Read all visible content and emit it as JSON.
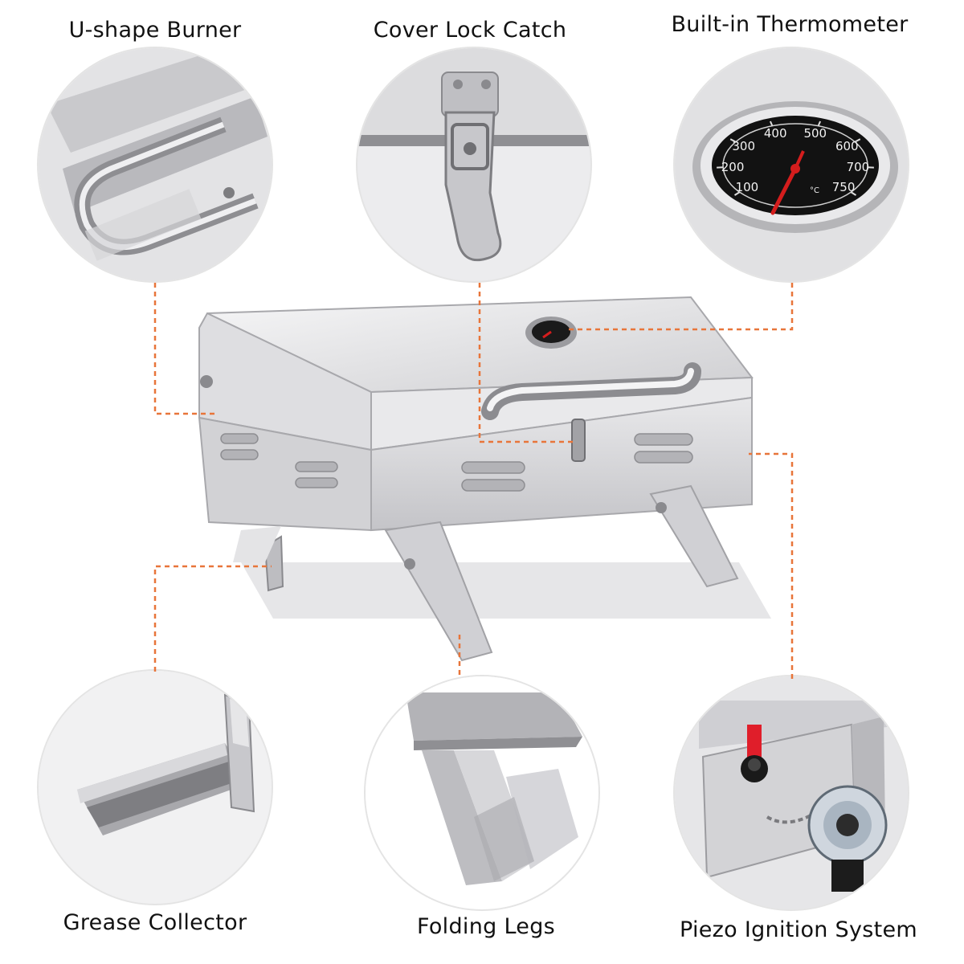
{
  "callouts": {
    "burner": "U-shape Burner",
    "lock": "Cover Lock Catch",
    "thermometer": "Built-in Thermometer",
    "grease": "Grease Collector",
    "legs": "Folding Legs",
    "ignition": "Piezo Ignition System"
  },
  "thermometer_scale": {
    "fahrenheit": [
      "100",
      "200",
      "300",
      "400",
      "500",
      "600",
      "700",
      "750"
    ],
    "unit": "°C"
  },
  "colors": {
    "leader_line": "#e8753a",
    "steel_light": "#f2f2f3",
    "steel_mid": "#d6d6d8",
    "steel_dark": "#9a9a9d",
    "dial_face": "#111111",
    "needle": "#d41d1d"
  }
}
